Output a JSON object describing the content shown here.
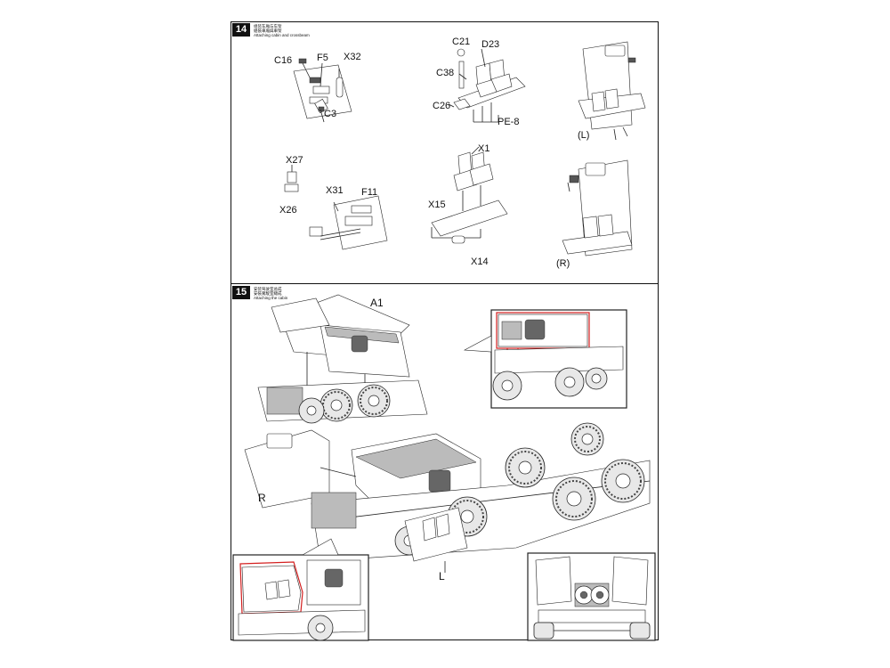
{
  "steps": [
    {
      "number": "14",
      "caption_zh_1": "组装车厢与车架",
      "caption_zh_2": "組裝車廂與車架",
      "caption_en": "Attaching cabin and crossbeam",
      "labels": {
        "c16": "C16",
        "f5": "F5",
        "x32": "X32",
        "c3": "C3",
        "c21": "C21",
        "d23": "D23",
        "c38": "C38",
        "c26": "C26",
        "pe8": "PE-8",
        "left": "(L)",
        "x27": "X27",
        "x26": "X26",
        "x31": "X31",
        "f11": "F11",
        "x1": "X1",
        "x15": "X15",
        "x14": "X14",
        "right": "(R)"
      }
    },
    {
      "number": "15",
      "caption_zh_1": "安装驾驶室总成",
      "caption_zh_2": "安裝駕駛室總成",
      "caption_en": "Attaching the cabin",
      "labels": {
        "a1": "A1",
        "r": "R",
        "l": "L"
      }
    }
  ]
}
